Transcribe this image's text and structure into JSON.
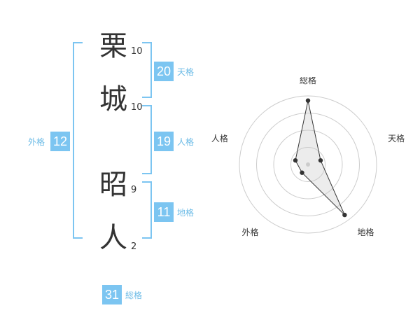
{
  "name_chars": [
    {
      "char": "栗",
      "strokes": "10"
    },
    {
      "char": "城",
      "strokes": "10"
    },
    {
      "char": "昭",
      "strokes": "9"
    },
    {
      "char": "人",
      "strokes": "2"
    }
  ],
  "scores": {
    "tenkaku": {
      "value": "20",
      "label": "天格"
    },
    "jinkaku": {
      "value": "19",
      "label": "人格"
    },
    "chikaku": {
      "value": "11",
      "label": "地格"
    },
    "gaikaku": {
      "value": "12",
      "label": "外格"
    },
    "soukaku": {
      "value": "31",
      "label": "総格"
    }
  },
  "colors": {
    "accent": "#7cc5f1",
    "text": "#333333",
    "accent_text": "#6cbbe6"
  },
  "chart_data": {
    "type": "radar",
    "axes": [
      "総格",
      "天格",
      "地格",
      "外格",
      "人格"
    ],
    "values": [
      4.1,
      0.85,
      4.0,
      0.65,
      0.85
    ],
    "rings": 4,
    "max": 4.4
  }
}
